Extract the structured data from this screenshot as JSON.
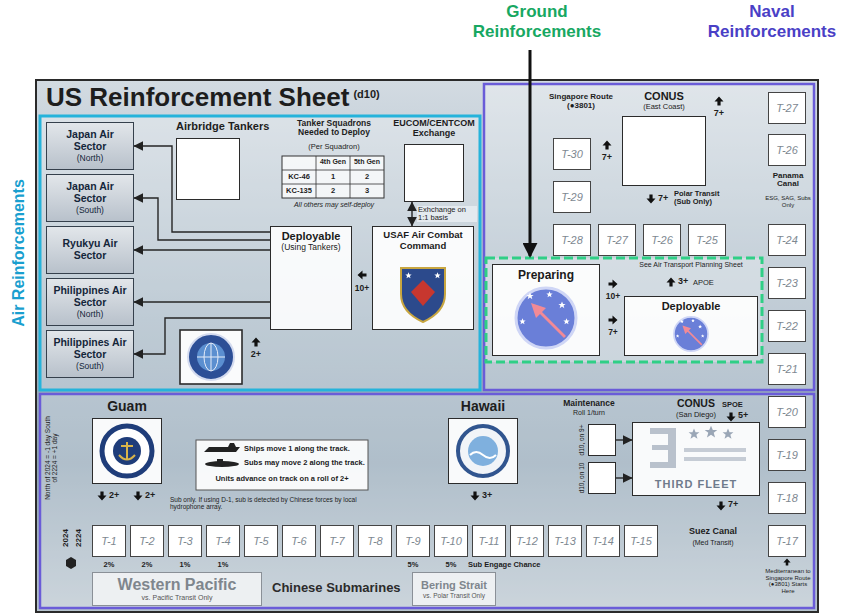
{
  "diagram": {
    "title": "US Reinforcement Sheet",
    "nodes": [
      {
        "text": [
          "Japan Air Sector",
          "(North)"
        ]
      },
      {
        "text": [
          "Japan Air Sector",
          "(South)"
        ]
      },
      {
        "text": [
          "Ryukyu Air Sector"
        ]
      },
      {
        "text": [
          "Philippines Air Sector",
          "(North)"
        ]
      },
      {
        "text": [
          "Philippines Air Sector",
          "(South)"
        ]
      },
      {
        "text": [
          "Airbridge Tankers"
        ]
      },
      {
        "text": [
          "EUCOM/CENTCOM Exchange"
        ]
      },
      {
        "text": [
          "Deployable",
          "(Using Tankers)"
        ]
      },
      {
        "text": [
          "USAF Air Combat Command"
        ]
      },
      {
        "text": [
          "Preparing"
        ]
      },
      {
        "text": [
          "Deployable"
        ]
      },
      {
        "text": [
          "CONUS",
          "(East Coast)"
        ]
      },
      {
        "text": [
          "T-30"
        ]
      },
      {
        "text": [
          "T-29"
        ]
      },
      {
        "text": [
          "T-28"
        ]
      },
      {
        "text": [
          "T-27"
        ]
      },
      {
        "text": [
          "T-26"
        ]
      },
      {
        "text": [
          "T-25"
        ]
      },
      {
        "text": [
          "T-27"
        ]
      },
      {
        "text": [
          "T-26"
        ]
      },
      {
        "text": [
          "T-24"
        ]
      },
      {
        "text": [
          "T-23"
        ]
      },
      {
        "text": [
          "T-22"
        ]
      },
      {
        "text": [
          "T-21"
        ]
      },
      {
        "text": [
          "T-20"
        ]
      },
      {
        "text": [
          "T-19"
        ]
      },
      {
        "text": [
          "T-18"
        ]
      },
      {
        "text": [
          "T-17"
        ]
      },
      {
        "text": [
          "CONUS",
          "(San Diego)",
          "THIRD FLEET"
        ]
      },
      {
        "text": [
          "d10, on 9+"
        ]
      },
      {
        "text": [
          "d10, on 10"
        ]
      },
      {
        "text": [
          "Guam"
        ]
      },
      {
        "text": [
          "Hawaii"
        ]
      },
      {
        "text": [
          "T-1"
        ]
      },
      {
        "text": [
          "T-2"
        ]
      },
      {
        "text": [
          "T-3"
        ]
      },
      {
        "text": [
          "T-4"
        ]
      },
      {
        "text": [
          "T-5"
        ]
      },
      {
        "text": [
          "T-6"
        ]
      },
      {
        "text": [
          "T-7"
        ]
      },
      {
        "text": [
          "T-8"
        ]
      },
      {
        "text": [
          "T-9"
        ]
      },
      {
        "text": [
          "T-10"
        ]
      },
      {
        "text": [
          "T-11"
        ]
      },
      {
        "text": [
          "T-12"
        ]
      },
      {
        "text": [
          "T-13"
        ]
      },
      {
        "text": [
          "T-14"
        ]
      },
      {
        "text": [
          "T-15"
        ]
      },
      {
        "text": [
          "Western Pacific",
          "vs. Pacific Transit Only"
        ]
      },
      {
        "text": [
          "Bering Strait",
          "vs. Polar Transit Only"
        ]
      }
    ],
    "edges": [
      {
        "from": 7,
        "to": 0,
        "arrow": "to"
      },
      {
        "from": 7,
        "to": 1,
        "arrow": "to"
      },
      {
        "from": 7,
        "to": 2,
        "arrow": "to"
      },
      {
        "from": 7,
        "to": 3,
        "arrow": "to"
      },
      {
        "from": 7,
        "to": 4,
        "arrow": "to"
      },
      {
        "from": 6,
        "to": 8,
        "label": "Exhchange on 1:1 basis",
        "arrow": "both"
      },
      {
        "from": 29,
        "to": 28,
        "arrow": "to"
      },
      {
        "from": 30,
        "to": 28,
        "arrow": "to"
      }
    ],
    "labels": [
      "Ground Reinforcements",
      "Naval Reinforcements",
      "Air Reinforcements",
      "(d10)",
      "Tanker Squadrons Needed to Deploy",
      "(Per Squadron)",
      "4th Gen",
      "5th Gen",
      "KC-46",
      "1",
      "2",
      "KC-135",
      "2",
      "3",
      "All others may self-deploy",
      "10+",
      "2+",
      "See Air Transport Planning Sheet",
      "3+",
      "APOE",
      "10+",
      "7+",
      "Singapore Route (●3801)",
      "7+",
      "7+",
      "7+",
      "Polar Transit (Sub Only)",
      "Panama Canal",
      "ESG, SAG, Subs Only",
      "SPOE",
      "5+",
      "Maintenance",
      "Roll 1/turn",
      "7+",
      "2+",
      "2+",
      "Sub only. If using D-1, sub is detected by Chinese forces by local hydrophone array.",
      "Units advance on track on a roll of 2+",
      "3+",
      "North of 2024 = -1 day South of 2224 = +1 day",
      "2024",
      "2224",
      "2%",
      "2%",
      "1%",
      "1%",
      "5%",
      "5%",
      "Sub Engage Chance",
      "Chinese Submarines",
      "Suez Canal",
      "(Med Transit)",
      "Mediterranean to Singapore Route (●3801) Starts Here"
    ],
    "legend": [
      {
        "text": "Ships move 1 along the track."
      },
      {
        "text": "Subs may move 2 along the track."
      }
    ]
  }
}
